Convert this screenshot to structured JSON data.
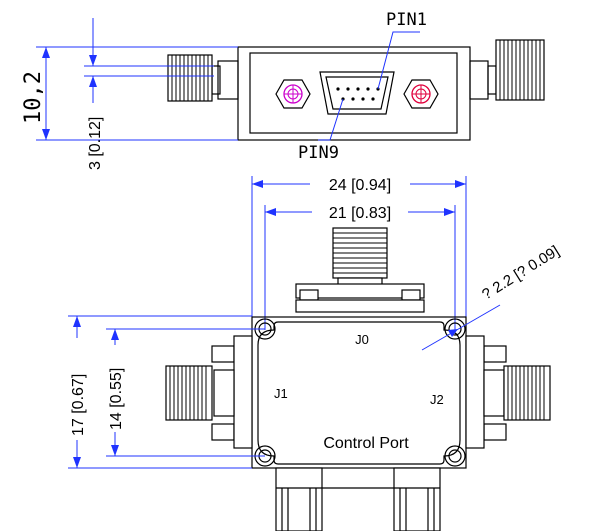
{
  "top_view": {
    "pin1_label": "PIN1",
    "pin9_label": "PIN9",
    "height_dim": "10,2",
    "offset_dim": "3 [0.12]"
  },
  "front_view": {
    "width_outer_dim": "24 [0.94]",
    "width_inner_dim": "21 [0.83]",
    "hole_dim": "? 2.2 [? 0.09]",
    "height_outer_dim": "17 [0.67]",
    "height_inner_dim": "14 [0.55]",
    "port_j0": "J0",
    "port_j1": "J1",
    "port_j2": "J2",
    "control_port": "Control Port"
  },
  "colors": {
    "dimension_line": "#1f33ff",
    "outline": "#000000",
    "screw_mark": "#cc00cc",
    "screw_mark_alt": "#e0003c"
  }
}
